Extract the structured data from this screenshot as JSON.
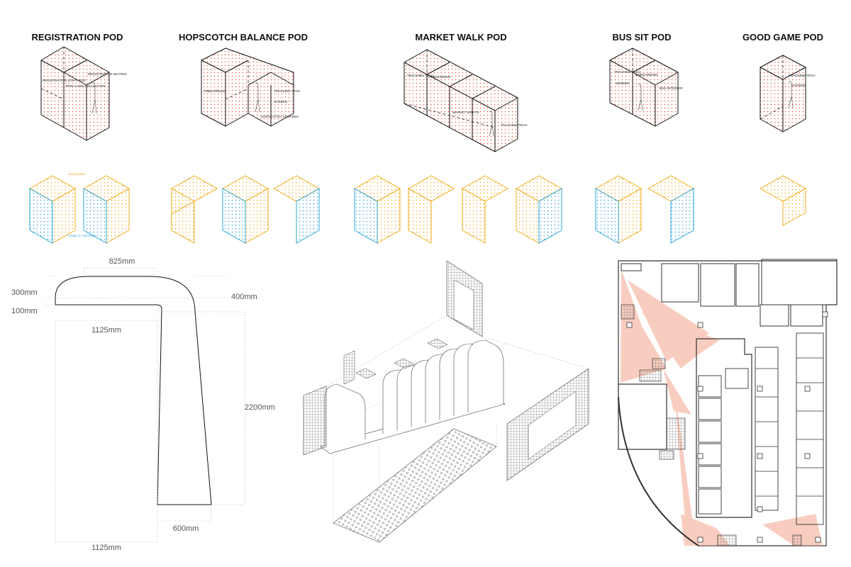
{
  "pods": [
    {
      "title": "REGISTRATION POD",
      "labels": [
        "REGISTRATION STAFF POD",
        "RFID CARD COLLECTION",
        "REGISTRATION WAITING"
      ]
    },
    {
      "title": "HOPSCOTCH BALANCE POD",
      "labels": [
        "ONBOARDING",
        "TRACKING TECH",
        "SCREEN",
        "HOPSCOTCH SQUARES"
      ]
    },
    {
      "title": "MARKET WALK POD",
      "labels": [
        "TRACKING TECH",
        "ONBOARDING",
        "MARKET SIGHTS",
        "TRACKING TECH"
      ]
    },
    {
      "title": "BUS SIT POD",
      "labels": [
        "TRACKING TECH",
        "ONBOARDING",
        "SCREEN",
        "BUS INTERIOR"
      ]
    },
    {
      "title": "GOOD GAME POD",
      "labels": [
        "TRACKING TECH",
        "SCREEN"
      ]
    }
  ],
  "legend": {
    "wood": "WOODWARE",
    "visibility": "VISIBILITY BARRIER"
  },
  "dimensions": {
    "top_width": "825mm",
    "left_top": "300mm",
    "left_bottom": "100mm",
    "right_top": "400mm",
    "inner_width": "1125mm",
    "height": "2200mm",
    "foot_width": "600mm",
    "bottom_width": "1125mm"
  },
  "colors": {
    "red_dots": "#e85a3c",
    "woodware": "#f0ad1e",
    "visibility": "#2aa6d8",
    "heat": "#f3a68e"
  }
}
